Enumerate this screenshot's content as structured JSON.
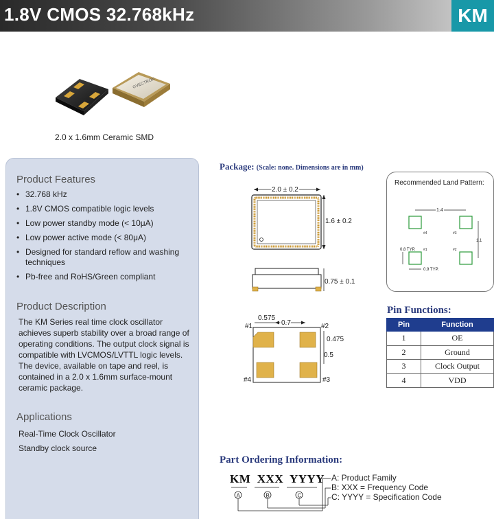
{
  "header": {
    "title": "1.8V CMOS 32.768kHz",
    "logo": "KM"
  },
  "photo": {
    "caption": "2.0 x 1.6mm Ceramic SMD"
  },
  "features": {
    "title": "Product Features",
    "items": [
      "32.768 kHz",
      "1.8V CMOS compatible logic levels",
      "Low power standby mode (< 10μA)",
      "Low power active mode (< 80μA)",
      "Designed for standard reflow and washing techniques",
      "Pb-free and RoHS/Green compliant"
    ]
  },
  "description": {
    "title": "Product Description",
    "text": "The KM Series real time clock oscillator achieves superb stability over a broad range of operating conditions. The output clock signal is compatible with LVCMOS/LVTTL logic levels.  The device, available on tape and reel, is contained in a 2.0 x 1.6mm surface-mount ceramic package."
  },
  "applications": {
    "title": "Applications",
    "items": [
      "Real-Time Clock Oscillator",
      "Standby clock source"
    ]
  },
  "package": {
    "title": "Package:",
    "note": "(Scale: none. Dimensions are in mm)",
    "dims": {
      "width": "2.0 ± 0.2",
      "height": "1.6 ± 0.2",
      "thickness": "0.75 ± 0.1",
      "pad_offset": "0.575",
      "pad_pitch_x": "0.7",
      "pad_size": "0.475",
      "pad_gap": "0.5"
    },
    "pin_labels": [
      "#1",
      "#2",
      "#3",
      "#4"
    ]
  },
  "land_pattern": {
    "title": "Recommended Land Pattern:",
    "pitch_x": "1.4",
    "pitch_y": "1.1",
    "pad_h": "0.8  TYP.",
    "pad_w": "0.9  TYP.",
    "pin_labels": [
      "#1",
      "#2",
      "#3",
      "#4"
    ]
  },
  "pin_functions": {
    "title": "Pin Functions:",
    "headers": [
      "Pin",
      "Function"
    ],
    "rows": [
      {
        "pin": "1",
        "function": "OE"
      },
      {
        "pin": "2",
        "function": "Ground"
      },
      {
        "pin": "3",
        "function": "Clock Output"
      },
      {
        "pin": "4",
        "function": "VDD"
      }
    ]
  },
  "ordering": {
    "title": "Part Ordering Information:",
    "code": "KM  XXX  YYYY",
    "markers": [
      "A",
      "B",
      "C"
    ],
    "legend": [
      "A: Product Family",
      "B: XXX = Frequency Code",
      "C: YYYY = Specification Code"
    ]
  },
  "colors": {
    "title_blue": "#2a3a7c",
    "table_header": "#1f3d8e",
    "logo_teal": "#1898a8",
    "panel": "#d5dcea",
    "pad_gold": "#e0b24a"
  }
}
